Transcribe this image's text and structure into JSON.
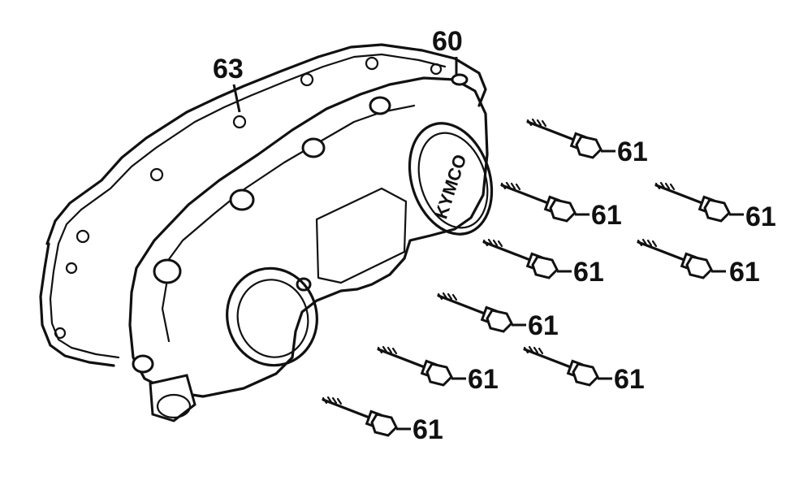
{
  "callouts": {
    "cover_gasket": "63",
    "dowel_pin": "60",
    "bolt": "61"
  },
  "cover_logo": "KYMCO",
  "colors": {
    "ink": "#111111",
    "background": "#ffffff"
  }
}
